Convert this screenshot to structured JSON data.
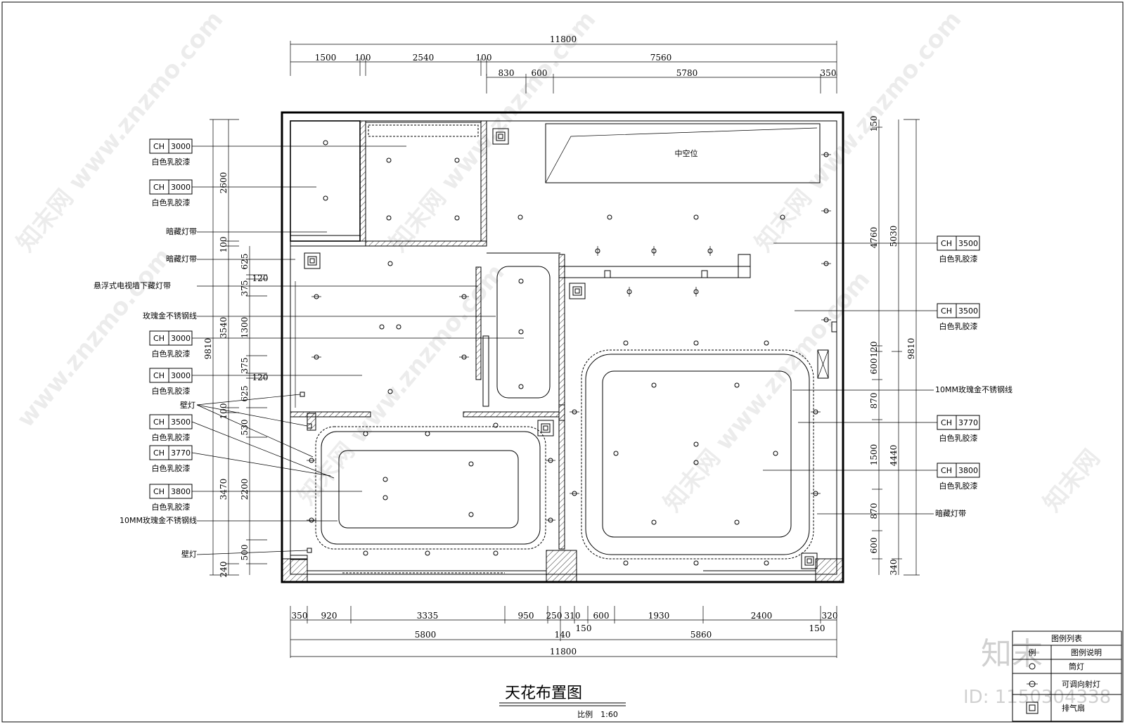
{
  "drawing": {
    "title": "天花布置图",
    "scale": "比例　1:60",
    "void_label": "中空位",
    "watermark": "www.znzmo.com",
    "logo_text": "知末",
    "logo_watermark": "知末网",
    "id_label": "ID: 1150304338"
  },
  "dims_top": {
    "overall": "11800",
    "row1": [
      "1500",
      "100",
      "2540",
      "100",
      "7560"
    ],
    "row2": [
      "830",
      "600",
      "5780",
      "350"
    ]
  },
  "dims_bottom": {
    "row1": [
      "350",
      "920",
      "3335",
      "950",
      "250",
      "310",
      "600",
      "1930",
      "2400",
      "320"
    ],
    "row1b": [
      "150",
      "150"
    ],
    "row2": [
      "5800",
      "140",
      "5860"
    ],
    "overall": "11800"
  },
  "dims_left": {
    "overall": "9810",
    "col2": [
      "2600",
      "100",
      "3540",
      "100",
      "3470",
      "240"
    ],
    "col3": [
      "625",
      "375",
      "1300",
      "375",
      "625",
      "530",
      "2200",
      "500"
    ],
    "small": [
      "120",
      "120"
    ]
  },
  "dims_right": {
    "overall": "9810",
    "col2": [
      "5030",
      "4440",
      "340"
    ],
    "col3": [
      "150",
      "4760",
      "120",
      "600",
      "870",
      "1500",
      "870",
      "600"
    ]
  },
  "labels_left": [
    {
      "ch": "CH",
      "height": "3000",
      "finish": "白色乳胶漆"
    },
    {
      "ch": "CH",
      "height": "3000",
      "finish": "白色乳胶漆"
    },
    {
      "text": "暗藏灯带"
    },
    {
      "text": "暗藏灯带"
    },
    {
      "text": "悬浮式电视墙下藏灯带"
    },
    {
      "text": "玫瑰金不锈钢线"
    },
    {
      "ch": "CH",
      "height": "3000",
      "finish": "白色乳胶漆"
    },
    {
      "ch": "CH",
      "height": "3000",
      "finish": "白色乳胶漆"
    },
    {
      "text": "壁灯"
    },
    {
      "ch": "CH",
      "height": "3500",
      "finish": "白色乳胶漆"
    },
    {
      "ch": "CH",
      "height": "3770",
      "finish": "白色乳胶漆"
    },
    {
      "ch": "CH",
      "height": "3800",
      "finish": "白色乳胶漆"
    },
    {
      "text": "10MM玫瑰金不锈钢线"
    },
    {
      "text": "壁灯"
    }
  ],
  "labels_right": [
    {
      "ch": "CH",
      "height": "3500",
      "finish": "白色乳胶漆"
    },
    {
      "ch": "CH",
      "height": "3500",
      "finish": "白色乳胶漆"
    },
    {
      "text": "10MM玫瑰金不锈钢线"
    },
    {
      "ch": "CH",
      "height": "3770",
      "finish": "白色乳胶漆"
    },
    {
      "ch": "CH",
      "height": "3800",
      "finish": "白色乳胶漆"
    },
    {
      "text": "暗藏灯带"
    }
  ],
  "legend": {
    "header": "图例列表",
    "col1": "例",
    "col2": "图例说明",
    "rows": [
      "筒灯",
      "可调向射灯",
      "排气扇"
    ]
  }
}
